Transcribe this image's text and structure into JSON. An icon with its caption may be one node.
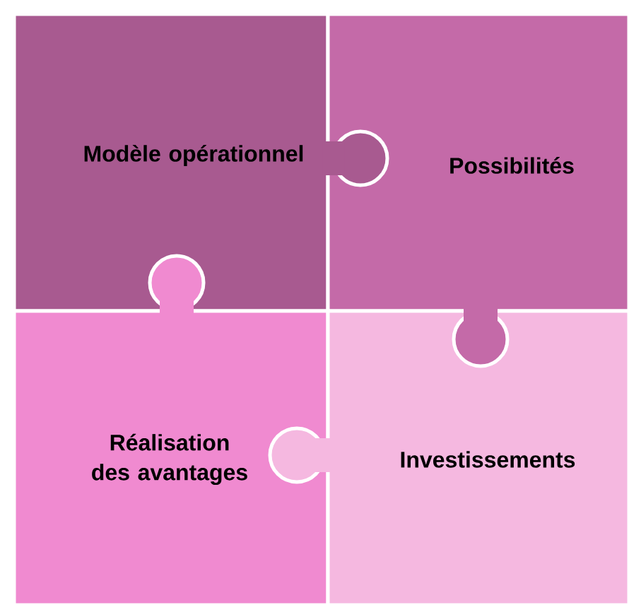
{
  "diagram": {
    "nodes": [
      {
        "text": [
          "Modèle opérationnel"
        ]
      },
      {
        "text": [
          "Possibilités"
        ]
      },
      {
        "text": [
          "Réalisation des avantages"
        ]
      },
      {
        "text": [
          "Investissements"
        ]
      }
    ]
  }
}
